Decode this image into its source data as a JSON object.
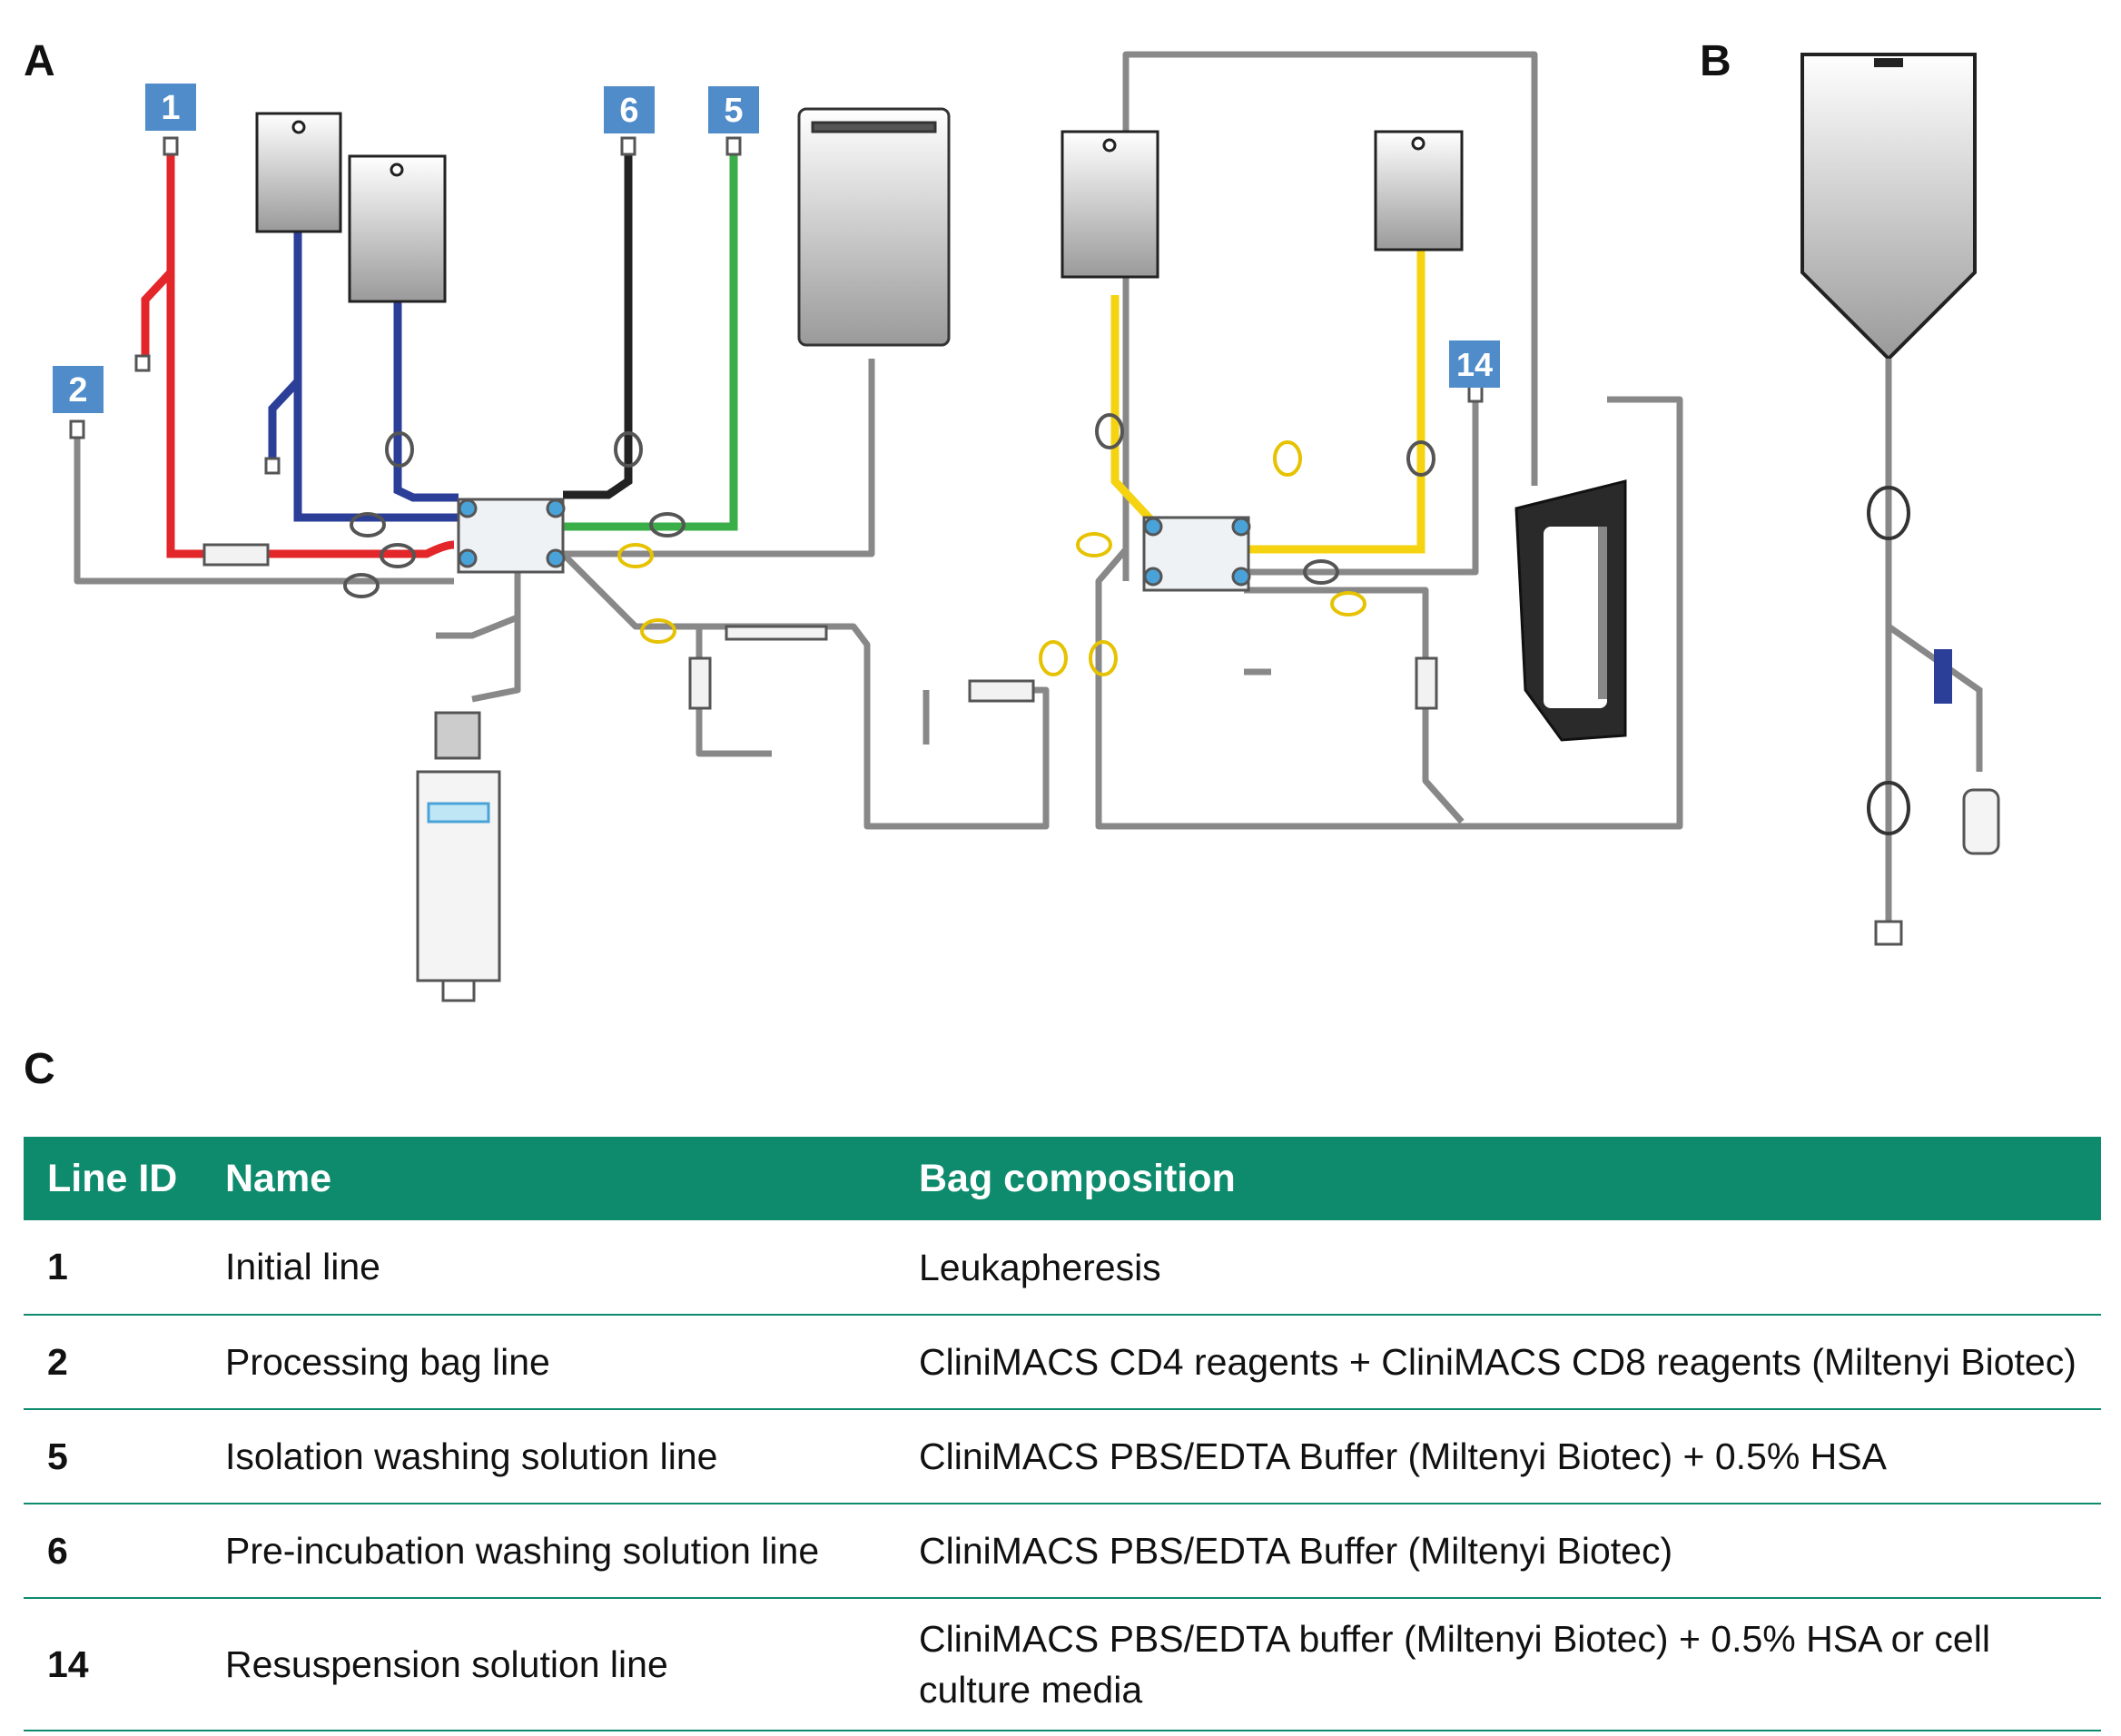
{
  "panels": {
    "a": "A",
    "b": "B",
    "c": "C"
  },
  "badges": [
    "1",
    "2",
    "6",
    "5",
    "14"
  ],
  "colors": {
    "badge": "#4f8cc9",
    "line1": "#e3262a",
    "line_blue": "#2b3e98",
    "line6": "#222222",
    "line5": "#3aae49",
    "line_yellow": "#f5d311",
    "header": "#0e8a6d",
    "tube": "#888888"
  },
  "table": {
    "headers": [
      "Line ID",
      "Name",
      "Bag composition"
    ],
    "rows": [
      {
        "id": "1",
        "name": "Initial line",
        "composition": "Leukapheresis"
      },
      {
        "id": "2",
        "name": "Processing bag line",
        "composition": "CliniMACS CD4 reagents + CliniMACS CD8 reagents (Miltenyi Biotec)"
      },
      {
        "id": "5",
        "name": "Isolation washing solution line",
        "composition": "CliniMACS PBS/EDTA Buffer (Miltenyi Biotec) + 0.5% HSA"
      },
      {
        "id": "6",
        "name": "Pre-incubation washing solution line",
        "composition": "CliniMACS PBS/EDTA Buffer (Miltenyi Biotec)"
      },
      {
        "id": "14",
        "name": "Resuspension solution line",
        "composition": "CliniMACS PBS/EDTA buffer (Miltenyi Biotec) + 0.5% HSA or cell culture media"
      }
    ]
  }
}
